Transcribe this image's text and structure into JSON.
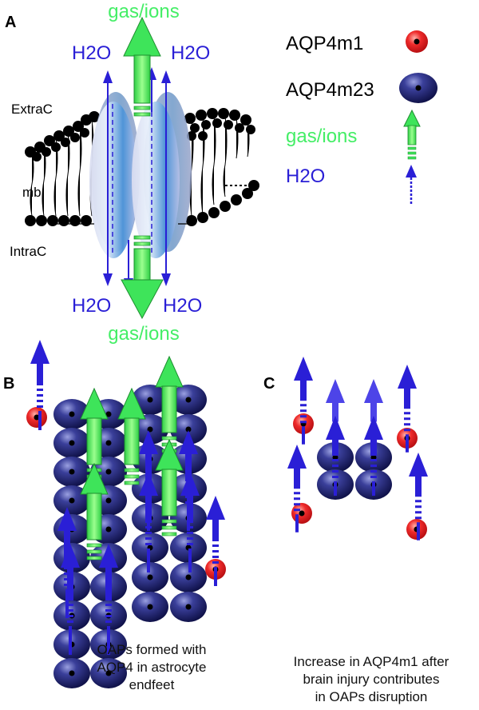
{
  "panel_labels": {
    "a": "A",
    "b": "B",
    "c": "C"
  },
  "membrane": {
    "extracellular": "ExtraC",
    "membrane": "mb",
    "intracellular": "IntraC",
    "flow_gas": "gas/ions",
    "flow_water": "H2O"
  },
  "legend": {
    "aqp4m1": "AQP4m1",
    "aqp4m23": "AQP4m23",
    "gas_ions": "gas/ions",
    "h2o": "H2O"
  },
  "captions": {
    "b": [
      "OAPs formed with",
      "AQP4 in astrocyte",
      "endfeet"
    ],
    "c": [
      "Increase in AQP4m1 after",
      "brain injury contributes",
      "in OAPs disruption"
    ]
  },
  "colors": {
    "gas_green": "#44ee66",
    "water_blue": "#2a1fd6",
    "aqp4m1_red": "#e8202a",
    "aqp4m23_navy": "#1a1f6a",
    "lipid_black": "#000000"
  }
}
